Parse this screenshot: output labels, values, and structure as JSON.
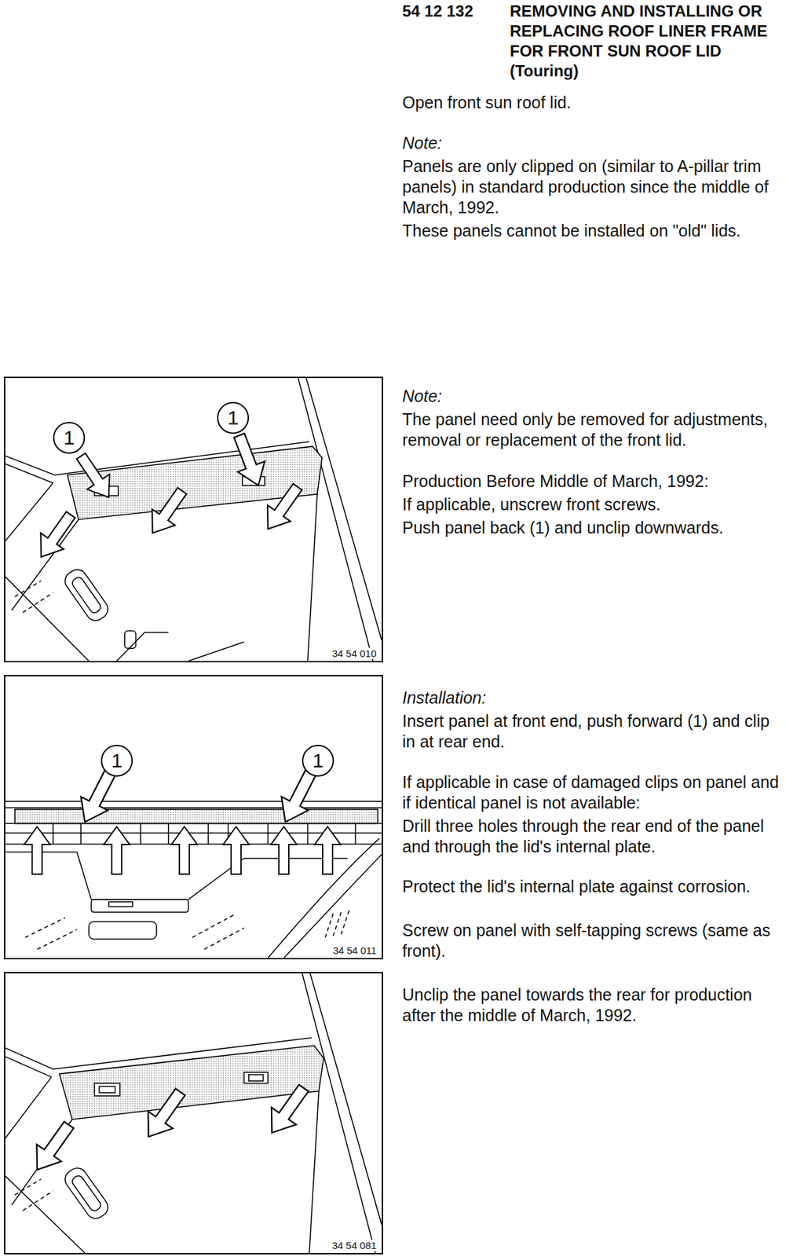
{
  "diagram": {
    "title": "REMOVING AND INSTALLING OR REPLACING ROOF LINER FRAME FOR FRONT SUN ROOF LID (Touring)",
    "nodes": [
      {
        "text": [
          "34 54 010"
        ]
      },
      {
        "text": [
          "1"
        ],
        "in": 0
      },
      {
        "text": [
          "1"
        ],
        "in": 0
      },
      {
        "text": [
          "34 54 011"
        ]
      },
      {
        "text": [
          "1"
        ],
        "in": 3
      },
      {
        "text": [
          "1"
        ],
        "in": 3
      },
      {
        "text": [
          "34 54 081"
        ]
      }
    ],
    "labels": [
      "54 12 132",
      "Open front sun roof lid.",
      "Note:",
      "Panels are only clipped on (similar to A-pillar trim panels) in standard production since the middle of March, 1992.",
      "These panels cannot be installed on \"old\" lids.",
      "Note:",
      "The panel need only be removed for adjustments, removal or replacement of the front lid.",
      "Production Before Middle of March, 1992:",
      "If applicable, unscrew front screws.",
      "Push panel back (1) and unclip downwards.",
      "Installation:",
      "Insert panel at front end, push forward (1) and clip in at rear end.",
      "If applicable in case of damaged clips on panel and if identical panel is not available:",
      "Drill three holes through the rear end of the panel and through the lid's internal plate.",
      "Protect the lid's internal plate against corrosion.",
      "Screw on panel with self-tapping screws (same as front).",
      "Unclip the panel towards the rear for production after the middle of March, 1992."
    ]
  }
}
